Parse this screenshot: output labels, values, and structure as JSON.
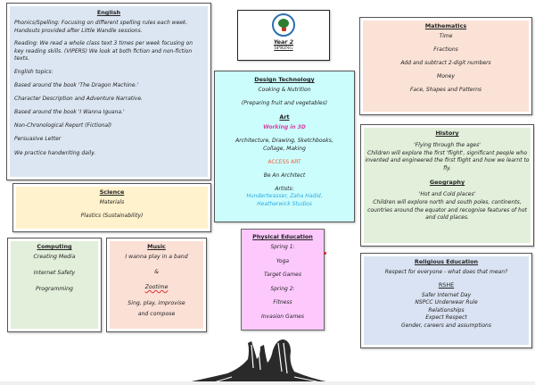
{
  "header": {
    "year": "Year 2",
    "term": "SPRING"
  },
  "english": {
    "title": "English",
    "paragraphs": [
      "Phonics/Spelling: Focusing on different spelling rules each week. Handouts provided after Little Wandle sessions.",
      "Reading: We read a whole class text 3 times per week focusing on key reading skills. (VIPERS) We look at both fiction and non-fiction texts."
    ],
    "topics_heading": "English topics:",
    "topics": [
      "Based around the book 'The Dragon Machine.'",
      "Character Description and Adventure Narrative.",
      "Based around the book 'I Wanna Iguana.'",
      "Non-Chronological Report (Fictional)",
      "Persuasive Letter",
      "We practice handwriting daily."
    ]
  },
  "science": {
    "title": "Science",
    "items": [
      "Materials",
      "Plastics (Sustainability)"
    ]
  },
  "computing": {
    "title": "Computing",
    "items": [
      "Creating Media",
      "Internet Safety",
      "Programming"
    ]
  },
  "music": {
    "title": "Music",
    "line1": "I wanna play in a band",
    "amp": "&",
    "line2": "Zootime",
    "line3a": "Sing, play, improvise",
    "line3b": "and compose"
  },
  "design_technology": {
    "title": "Design Technology",
    "line1": "Cooking & Nutrition",
    "line2": "(Preparing fruit and vegetables)"
  },
  "art": {
    "title": "Art",
    "unit": "Working in 3D",
    "desc1": "Architecture, Drawing, Sketchbooks,",
    "desc2": "Collage, Making",
    "source": "ACCESS ART",
    "project": "Be An Architect",
    "artists_label": "Artists:",
    "artists1": "Hundertwasser, Zaha Hadid,",
    "artists2": "Heatherwick Studios",
    "colors": {
      "unit": "#d63fa3",
      "source": "#e8643c",
      "artists": "#29a9e0"
    }
  },
  "pe": {
    "title": "Physical Education",
    "items": [
      "Spring 1:",
      "Yoga",
      "Target Games",
      "Spring 2:",
      "Fitness",
      "Invasion Games"
    ]
  },
  "maths": {
    "title": "Mathematics",
    "items": [
      "Time",
      "Fractions",
      "Add and subtract 2-digit numbers",
      "Money",
      "Face, Shapes and Patterns"
    ]
  },
  "history": {
    "title": "History",
    "topic": "'Flying through the ages'",
    "desc": "Children will explore the first 'flight', significant people who invented and engineered the first flight and how we learnt to fly."
  },
  "geography": {
    "title": "Geography",
    "topic": "'Hot and Cold places'",
    "desc": "Children will explore north and south poles, continents, countries around the equator and recognise features of hot and cold places."
  },
  "re": {
    "title": "Religious Education",
    "line": "Respect for everyone - what does that mean?"
  },
  "rshe": {
    "title": "RSHE",
    "items": [
      "Safer Internet Day",
      "NSPCC Underwear Rule",
      "Relationships",
      "Expect Respect",
      "Gender, careers and assumptions"
    ]
  },
  "icons": {
    "school_logo": "school-crest-icon",
    "tree": "tree-illustration"
  }
}
